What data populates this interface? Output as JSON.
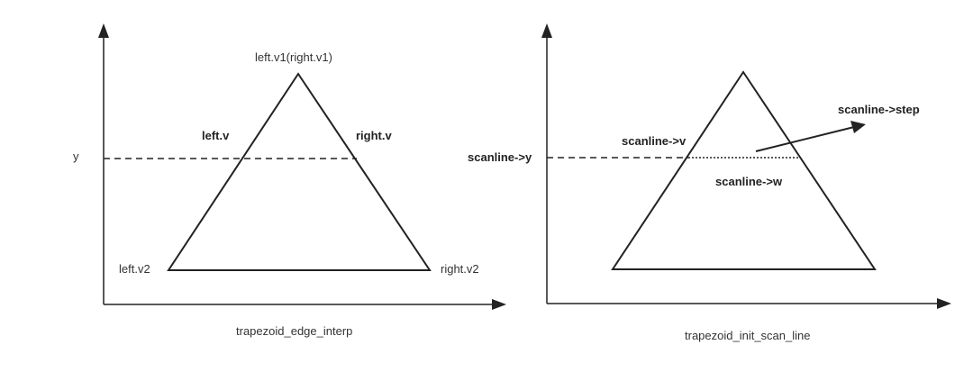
{
  "colors": {
    "stroke": "#222222",
    "text": "#333333"
  },
  "left_panel": {
    "caption": "trapezoid_edge_interp",
    "apex_label": "left.v1(right.v1)",
    "left_mid_label": "left.v",
    "right_mid_label": "right.v",
    "y_label": "y",
    "bottom_left_label": "left.v2",
    "bottom_right_label": "right.v2"
  },
  "right_panel": {
    "caption": "trapezoid_init_scan_line",
    "y_label": "scanline->y",
    "v_label": "scanline->v",
    "w_label": "scanline->w",
    "step_label": "scanline->step"
  }
}
